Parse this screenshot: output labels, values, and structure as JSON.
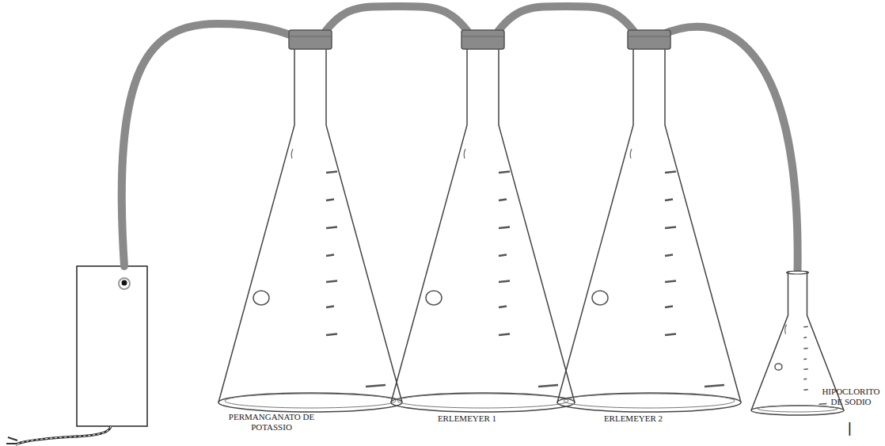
{
  "diagram": {
    "nodes": [
      {
        "text": [
          "PERMANGANATO DE POTASSIO"
        ]
      },
      {
        "text": [
          "ERLEMEYER 1"
        ]
      },
      {
        "text": [
          "ERLEMEYER 2"
        ]
      },
      {
        "text": [
          "HIPOCLORITO DE SODIO"
        ]
      }
    ],
    "edges": [
      {
        "from": 0,
        "to": 1,
        "arrow": "none"
      },
      {
        "from": 1,
        "to": 2,
        "arrow": "none"
      },
      {
        "from": 2,
        "to": 3,
        "arrow": "none"
      }
    ],
    "labels": [
      "|"
    ]
  }
}
